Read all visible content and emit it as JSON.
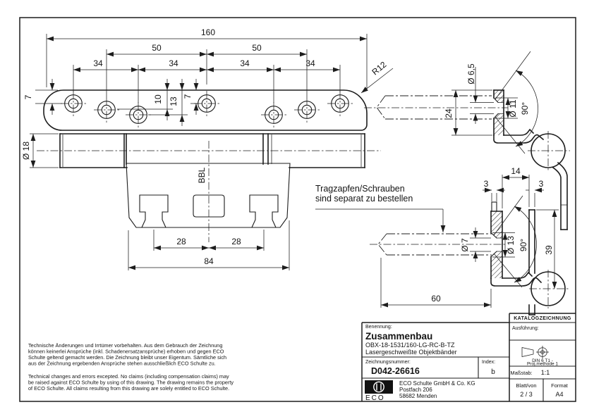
{
  "front_view": {
    "dim_total": "160",
    "dim_span_left": "50",
    "dim_span_right": "50",
    "dim_pitch_1": "34",
    "dim_pitch_2": "34",
    "dim_pitch_3": "34",
    "dim_pitch_4": "34",
    "dim_edge_left": "7",
    "dim_row_10": "10",
    "dim_row_13": "13",
    "dim_edge_center": "7",
    "dim_radius": "R12",
    "dim_barrel_dia": "Ø 18",
    "label_bbl": "BBL",
    "dim_slot_left": "28",
    "dim_slot_right": "28",
    "dim_plate_width": "84"
  },
  "detail_top": {
    "dim_hole_dia": "Ø 6,5",
    "dim_csk_dia": "Ø 11",
    "dim_csk_angle": "90°",
    "dim_height": "24"
  },
  "detail_bottom": {
    "dim_offset": "14",
    "dim_wall_left": "3",
    "dim_wall_right": "3",
    "dim_hole_dia": "Ø 7",
    "dim_csk_dia": "Ø 13",
    "dim_csk_angle": "90°",
    "dim_height": "39",
    "dim_length": "60"
  },
  "note": {
    "line1": "Tragzapfen/Schrauben",
    "line2": "sind separat zu bestellen"
  },
  "disclaimer_de": [
    "Technische Änderungen und Irrtümer vorbehalten. Aus dem Gebrauch der Zeichnung",
    "können keinerlei Ansprüche (inkl. Schadenersatzansprüche) erhoben und gegen ECO",
    "Schulte geltend gemacht werden. Die Zeichnung bleibt unser Eigentum. Sämtliche sich",
    "aus der Zeichnung ergebenden Ansprüche stehen ausschließlich ECO Schulte zu."
  ],
  "disclaimer_en": [
    "Technical changes and errors excepted. No claims (including compensation claims) may",
    "be raised against ECO Schulte by using of this drawing. The drawing remains the property",
    "of ECO Schulte. All claims resulting from this drawing are solely entitled to ECO Schulte."
  ],
  "title_block": {
    "benennung_label": "Benennung:",
    "title": "Zusammenbau",
    "subtitle1": "OBX-18-1531/160-LG-RC-B-TZ",
    "subtitle2": "Lasergeschweißte Objektbänder",
    "zeichnungsnummer_label": "Zeichnungsnummer:",
    "drawing_number": "D042-26616",
    "index_label": "Index:",
    "index_value": "b",
    "katalog": "KATALOGZEICHNUNG",
    "ausfuehrung_label": "Ausführung:",
    "projection_line1": "DIN 6 T1 -",
    "projection_line2": "Proj.methode 1",
    "massstab_label": "Maßstab:",
    "massstab_value": "1:1",
    "blatt_label": "Blatt/von",
    "blatt_value": "2 / 3",
    "format_label": "Format",
    "format_value": "A4",
    "logo_text": "ECO",
    "company_line1": "ECO Schulte GmbH & Co. KG",
    "company_line2": "Postfach 206",
    "company_line3": "58682 Menden"
  }
}
